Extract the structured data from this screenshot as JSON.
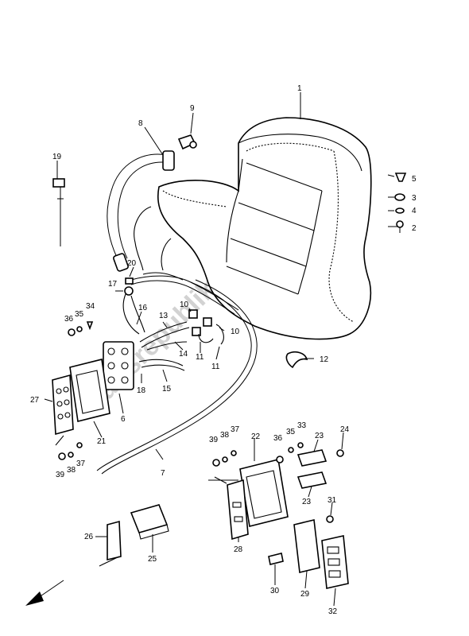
{
  "watermark": "Partsrepublik",
  "callouts": [
    {
      "id": "c1",
      "text": "1"
    },
    {
      "id": "c2",
      "text": "2"
    },
    {
      "id": "c3",
      "text": "3"
    },
    {
      "id": "c4",
      "text": "4"
    },
    {
      "id": "c5",
      "text": "5"
    },
    {
      "id": "c6",
      "text": "6"
    },
    {
      "id": "c7",
      "text": "7"
    },
    {
      "id": "c8",
      "text": "8"
    },
    {
      "id": "c9",
      "text": "9"
    },
    {
      "id": "c10a",
      "text": "10"
    },
    {
      "id": "c10b",
      "text": "10"
    },
    {
      "id": "c11a",
      "text": "11"
    },
    {
      "id": "c11b",
      "text": "11"
    },
    {
      "id": "c12",
      "text": "12"
    },
    {
      "id": "c13",
      "text": "13"
    },
    {
      "id": "c14",
      "text": "14"
    },
    {
      "id": "c15",
      "text": "15"
    },
    {
      "id": "c16",
      "text": "16"
    },
    {
      "id": "c17",
      "text": "17"
    },
    {
      "id": "c18",
      "text": "18"
    },
    {
      "id": "c19",
      "text": "19"
    },
    {
      "id": "c20",
      "text": "20"
    },
    {
      "id": "c21",
      "text": "21"
    },
    {
      "id": "c22",
      "text": "22"
    },
    {
      "id": "c23a",
      "text": "23"
    },
    {
      "id": "c23b",
      "text": "23"
    },
    {
      "id": "c24",
      "text": "24"
    },
    {
      "id": "c25",
      "text": "25"
    },
    {
      "id": "c26",
      "text": "26"
    },
    {
      "id": "c27",
      "text": "27"
    },
    {
      "id": "c28",
      "text": "28"
    },
    {
      "id": "c29",
      "text": "29"
    },
    {
      "id": "c30",
      "text": "30"
    },
    {
      "id": "c31",
      "text": "31"
    },
    {
      "id": "c32",
      "text": "32"
    },
    {
      "id": "c33",
      "text": "33"
    },
    {
      "id": "c34",
      "text": "34"
    },
    {
      "id": "c35a",
      "text": "35"
    },
    {
      "id": "c35b",
      "text": "35"
    },
    {
      "id": "c36a",
      "text": "36"
    },
    {
      "id": "c36b",
      "text": "36"
    },
    {
      "id": "c37a",
      "text": "37"
    },
    {
      "id": "c37b",
      "text": "37"
    },
    {
      "id": "c38a",
      "text": "38"
    },
    {
      "id": "c38b",
      "text": "38"
    },
    {
      "id": "c39a",
      "text": "39"
    },
    {
      "id": "c39b",
      "text": "39"
    }
  ]
}
